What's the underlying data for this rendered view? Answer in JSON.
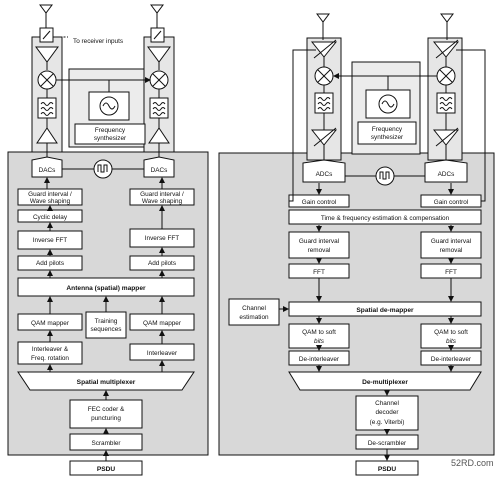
{
  "transmitter": {
    "to_receiver_inputs": "To receiver inputs",
    "frequency_synthesizer": [
      "Frequency",
      "synthesizer"
    ],
    "dacs": "DACs",
    "guard_interval_wave_shaping": [
      "Guard interval /",
      "Wave shaping"
    ],
    "cyclic_delay": "Cyclic delay",
    "inverse_fft": "Inverse FFT",
    "add_pilots": "Add pilots",
    "antenna_spatial_mapper": "Antenna (spatial) mapper",
    "qam_mapper": "QAM mapper",
    "training_sequences": [
      "Training",
      "sequences"
    ],
    "interleaver_freq_rotation": [
      "Interleaver &",
      "Freq. rotation"
    ],
    "interleaver": "Interleaver",
    "spatial_multiplexer": "Spatial multiplexer",
    "fec_coder_puncturing": [
      "FEC coder &",
      "puncturing"
    ],
    "scrambler": "Scrambler",
    "psdu": "PSDU"
  },
  "receiver": {
    "frequency_synthesizer": [
      "Frequency",
      "synthesizer"
    ],
    "adcs": "ADCs",
    "gain_control": "Gain control",
    "time_freq_estimation": "Time & frequency estimation & compensation",
    "guard_interval_removal": [
      "Guard interval",
      "removal"
    ],
    "fft": "FFT",
    "channel_estimation": [
      "Channel",
      "estimation"
    ],
    "spatial_demapper": "Spatial de-mapper",
    "qam_to_soft_bits": [
      "QAM to soft",
      "bits"
    ],
    "deinterleaver": "De-interleaver",
    "demultiplexer": "De-multiplexer",
    "channel_decoder": [
      "Channel",
      "decoder",
      "(e.g. Viterbi)"
    ],
    "descrambler": "De-scrambler",
    "psdu": "PSDU"
  },
  "watermark": "52RD.com"
}
